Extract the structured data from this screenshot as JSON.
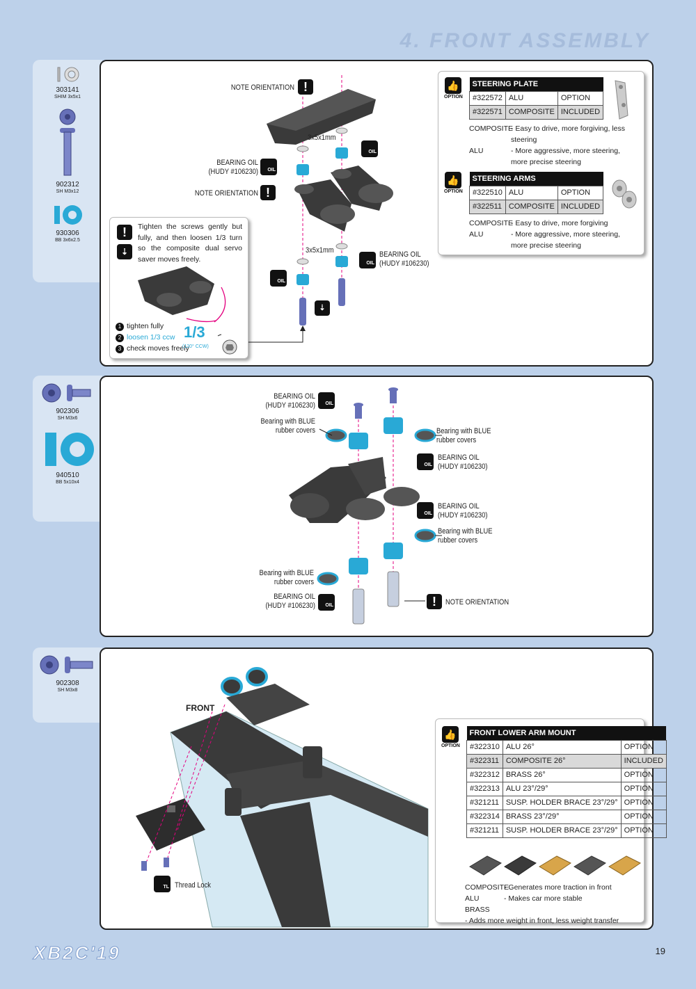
{
  "page": {
    "section_title": "4. FRONT ASSEMBLY",
    "footer_logo": "XB2C'19",
    "page_number": "19"
  },
  "parts_1": [
    {
      "code": "303141",
      "desc": "SHIM 3x5x1"
    },
    {
      "code": "902312",
      "desc": "SH M3x12"
    },
    {
      "code": "930306",
      "desc": "BB 3x6x2.5"
    }
  ],
  "parts_2": [
    {
      "code": "902306",
      "desc": "SH M3x6"
    },
    {
      "code": "940510",
      "desc": "BB 5x10x4"
    }
  ],
  "parts_3": [
    {
      "code": "902308",
      "desc": "SH M3x8"
    }
  ],
  "step1": {
    "note_orientation_1": "NOTE ORIENTATION",
    "note_orientation_2": "NOTE ORIENTATION",
    "shim_label_1": "3x5x1mm",
    "shim_label_2": "3x5x1mm",
    "bearing_oil_left": "BEARING OIL\n(HUDY #106230)",
    "bearing_oil_right": "BEARING OIL\n(HUDY #106230)",
    "oil_text": "OIL",
    "tip_text": "Tighten the screws gently but fully, and then loosen 1/3 turn so the composite dual servo saver moves freely.",
    "steps": [
      "tighten fully",
      "loosen 1/3 ccw",
      "check moves freely"
    ],
    "step_nums": [
      "1",
      "2",
      "3"
    ],
    "fraction": "1/3",
    "fraction_note": "(120° CCW)"
  },
  "steering_plate": {
    "option_label": "OPTION",
    "title": "STEERING PLATE",
    "rows": [
      [
        "#322572",
        "ALU",
        "OPTION"
      ],
      [
        "#322571",
        "COMPOSITE",
        "INCLUDED"
      ]
    ],
    "notes": [
      {
        "k": "COMPOSITE",
        "v": "- Easy to drive, more forgiving, less steering"
      },
      {
        "k": "ALU",
        "v": "- More aggressive, more steering, more precise steering"
      }
    ]
  },
  "steering_arms": {
    "option_label": "OPTION",
    "title": "STEERING ARMS",
    "rows": [
      [
        "#322510",
        "ALU",
        "OPTION"
      ],
      [
        "#322511",
        "COMPOSITE",
        "INCLUDED"
      ]
    ],
    "notes": [
      {
        "k": "COMPOSITE",
        "v": "- Easy to drive, more forgiving"
      },
      {
        "k": "ALU",
        "v": "- More aggressive, more steering, more precise steering"
      }
    ]
  },
  "step2": {
    "bearing_oil_1": "BEARING OIL\n(HUDY #106230)",
    "blue_1": "Bearing with BLUE\nrubber covers",
    "blue_2": "Bearing with BLUE\nrubber covers",
    "bearing_oil_2": "BEARING OIL\n(HUDY #106230)",
    "bearing_oil_3": "BEARING OIL\n(HUDY #106230)",
    "blue_3": "Bearing with BLUE\nrubber covers",
    "blue_4": "Bearing with BLUE\nrubber covers",
    "bearing_oil_4": "BEARING OIL\n(HUDY #106230)",
    "note_orientation": "NOTE ORIENTATION",
    "oil_text": "OIL"
  },
  "step3": {
    "front_label": "FRONT",
    "thread_lock": "Thread Lock",
    "tl_text": "TL"
  },
  "front_lower_arm_mount": {
    "option_label": "OPTION",
    "title": "FRONT LOWER ARM MOUNT",
    "rows": [
      [
        "#322310",
        "ALU 26°",
        "OPTION"
      ],
      [
        "#322311",
        "COMPOSITE 26°",
        "INCLUDED"
      ],
      [
        "#322312",
        "BRASS 26°",
        "OPTION"
      ],
      [
        "#322313",
        "ALU 23°/29°",
        "OPTION"
      ],
      [
        "#321211",
        "SUSP. HOLDER BRACE 23°/29°",
        "OPTION"
      ],
      [
        "#322314",
        "BRASS 23°/29°",
        "OPTION"
      ],
      [
        "#321211",
        "SUSP. HOLDER BRACE 23°/29°",
        "OPTION"
      ]
    ],
    "notes": [
      {
        "k": "COMPOSITE",
        "v": "- Generates more traction in front"
      },
      {
        "k": "ALU",
        "v": "- Makes car more stable"
      },
      {
        "k": "BRASS",
        "v": "- Adds more weight in front, less weight transfer"
      }
    ]
  },
  "colors": {
    "accent_blue": "#29a9d6",
    "pink": "#e4007f",
    "dark": "#3a3a3a",
    "bg": "#bdd1ea"
  }
}
